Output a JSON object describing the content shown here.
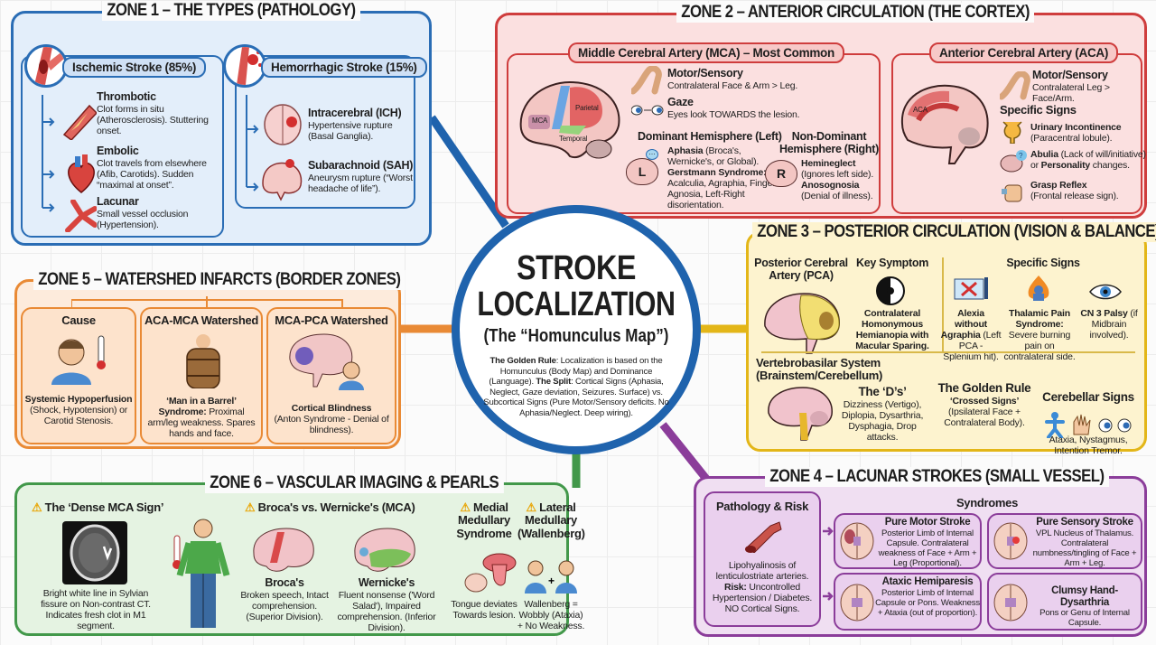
{
  "colors": {
    "zone1": "#2a6db5",
    "zone2": "#cf3d3d",
    "zone3": "#e3b618",
    "zone4": "#8b3d9a",
    "zone5": "#e98a35",
    "zone6": "#42984a",
    "hub": "#1f63ad"
  },
  "hub": {
    "title_line1": "STROKE",
    "title_line2": "LOCALIZATION",
    "subtitle": "(The “Homunculus Map”)",
    "golden_rule_label": "The Golden Rule",
    "golden_rule_text": ": Localization is based on the Homunculus (Body Map) and Dominance (Language).",
    "split_label": "The Split",
    "split_text": ": Cortical Signs (Aphasia, Neglect, Gaze deviation, Seizures. Surface) vs. Subcortical Signs (Pure Motor/Sensory deficits. No Aphasia/Neglect. Deep wiring)."
  },
  "zone1": {
    "title": "ZONE 1 – THE TYPES (PATHOLOGY)",
    "ischemic": {
      "label": "Ischemic Stroke (85%)",
      "items": [
        {
          "title": "Thrombotic",
          "text": "Clot forms in situ (Atherosclerosis). Stuttering onset.",
          "icon": "narrowed-artery-icon"
        },
        {
          "title": "Embolic",
          "text": "Clot travels from elsewhere (Afib, Carotids). Sudden “maximal at onset”.",
          "icon": "heart-icon"
        },
        {
          "title": "Lacunar",
          "text": "Small vessel occlusion (Hypertension).",
          "icon": "branching-vessel-icon"
        }
      ]
    },
    "hemorrhagic": {
      "label": "Hemorrhagic Stroke (15%)",
      "items": [
        {
          "title": "Intracerebral (ICH)",
          "text": "Hypertensive rupture (Basal Ganglia).",
          "icon": "brain-bleed-icon"
        },
        {
          "title": "Subarachnoid (SAH)",
          "text": "Aneurysm rupture (“Worst headache of life”).",
          "icon": "brain-sagittal-icon"
        }
      ]
    }
  },
  "zone2": {
    "title": "ZONE 2 – ANTERIOR CIRCULATION (THE CORTEX)",
    "mca": {
      "label": "Middle Cerebral Artery (MCA) – Most Common",
      "brain_labels": [
        "MCA",
        "Parietal",
        "Temporal"
      ],
      "motor_title": "Motor/Sensory",
      "motor_text": "Contralateral Face & Arm > Leg.",
      "gaze_title": "Gaze",
      "gaze_text": "Eyes look TOWARDS the lesion.",
      "dominant": {
        "heading": "Dominant Hemisphere (Left)",
        "badge": "L",
        "aphasia_label": "Aphasia",
        "aphasia_text": " (Broca's, Wernicke's, or Global).",
        "gerstmann_label": "Gerstmann Syndrome:",
        "gerstmann_text": "Acalculia, Agraphia, Finger Agnosia, Left-Right disorientation."
      },
      "nondominant": {
        "heading": "Non-Dominant Hemisphere (Right)",
        "badge": "R",
        "neglect_label": "Hemineglect",
        "neglect_text": "(Ignores left side).",
        "anosognosia_label": "Anosognosia",
        "anosognosia_text": "(Denial of illness)."
      }
    },
    "aca": {
      "label": "Anterior Cerebral Artery (ACA)",
      "brain_label": "ACA",
      "motor_title": "Motor/Sensory",
      "motor_text": "Contralateral Leg > Face/Arm.",
      "signs_heading": "Specific Signs",
      "signs": [
        {
          "title": "Urinary Incontinence",
          "text": "(Paracentral lobule).",
          "icon": "bladder-icon"
        },
        {
          "title": "Abulia",
          "text": " (Lack of will/initiative) or ",
          "title2": "Personality",
          "text2": " changes.",
          "icon": "confused-brain-icon"
        },
        {
          "title": "Grasp Reflex",
          "text": "(Frontal release sign).",
          "icon": "grasping-fist-icon"
        }
      ]
    }
  },
  "zone3": {
    "title": "ZONE 3 – POSTERIOR CIRCULATION (VISION & BALANCE)",
    "pca": {
      "heading": "Posterior Cerebral Artery (PCA)"
    },
    "key_symptom": {
      "heading": "Key Symptom",
      "text": "Contralateral Homonymous Hemianopia with Macular Sparing."
    },
    "signs_heading": "Specific Signs",
    "signs": [
      {
        "title": "Alexia without Agraphia",
        "text": "(Left PCA - Splenium hit).",
        "icon": "crossed-book-icon"
      },
      {
        "title": "Thalamic Pain Syndrome:",
        "text": "Severe burning pain on contralateral side.",
        "icon": "burning-person-icon"
      },
      {
        "title": "CN 3 Palsy",
        "text": "(if Midbrain involved).",
        "icon": "eye-icon"
      }
    ],
    "vertebrobasilar": {
      "heading": "Vertebrobasilar System (Brainstem/Cerebellum)"
    },
    "ds": {
      "heading": "The ‘D’s’",
      "text": "Dizziness (Vertigo), Diplopia, Dysarthria, Dysphagia, Drop attacks."
    },
    "golden_rule": {
      "heading": "The Golden Rule",
      "sub": "‘Crossed Signs’",
      "text": "(Ipsilateral Face + Contralateral Body)."
    },
    "cerebellar": {
      "heading": "Cerebellar Signs",
      "text": "Ataxia, Nystagmus, Intention Tremor."
    }
  },
  "zone4": {
    "title": "ZONE 4 – LACUNAR STROKES (SMALL VESSEL)",
    "pathology": {
      "heading": "Pathology & Risk",
      "text1": "Lipohyalinosis of lenticulostriate arteries.",
      "risk_label": "Risk:",
      "risk_text": " Uncontrolled Hypertension / Diabetes.",
      "text3": "NO Cortical Signs."
    },
    "syndromes_heading": "Syndromes",
    "syndromes": [
      {
        "title": "Pure Motor Stroke",
        "text": "Posterior Limb of Internal Capsule. Contralateral weakness of Face + Arm + Leg (Proportional)."
      },
      {
        "title": "Pure Sensory Stroke",
        "text": "VPL Nucleus of Thalamus. Contralateral numbness/tingling of Face + Arm + Leg."
      },
      {
        "title": "Ataxic Hemiparesis",
        "text": "Posterior Limb of Internal Capsule or Pons. Weakness + Ataxia (out of proportion)."
      },
      {
        "title": "Clumsy Hand-Dysarthria",
        "text": "Pons or Genu of Internal Capsule."
      }
    ]
  },
  "zone5": {
    "title": "ZONE 5 – WATERSHED INFARCTS (BORDER ZONES)",
    "cards": [
      {
        "heading": "Cause",
        "bold": "Systemic Hypoperfusion",
        "text": "(Shock, Hypotension) or Carotid Stenosis.",
        "icon": "sick-person-thermometer-icon"
      },
      {
        "heading": "ACA-MCA Watershed",
        "bold": "‘Man in a Barrel’ Syndrome:",
        "text": " Proximal arm/leg weakness. Spares hands and face.",
        "icon": "man-in-barrel-icon"
      },
      {
        "heading": "MCA-PCA Watershed",
        "bold": "Cortical Blindness",
        "text": "(Anton Syndrome - Denial of blindness).",
        "icon": "brain-occipital-person-icon"
      }
    ]
  },
  "zone6": {
    "title": "ZONE 6 – VASCULAR IMAGING & PEARLS",
    "dense_mca": {
      "heading": "The ‘Dense MCA Sign’",
      "text": "Bright white line in Sylvian fissure on Non-contrast CT. Indicates fresh clot in M1 segment."
    },
    "broca_wernicke": {
      "heading": "Broca's vs. Wernicke's (MCA)",
      "broca_title": "Broca's",
      "broca_text": "Broken speech, Intact comprehension. (Superior Division).",
      "wernicke_title": "Wernicke's",
      "wernicke_text": "Fluent nonsense ('Word Salad'), Impaired comprehension. (Inferior Division)."
    },
    "medial": {
      "heading": "Medial Medullary Syndrome",
      "text": "Tongue deviates Towards lesion."
    },
    "lateral": {
      "heading": "Lateral Medullary (Wallenberg)",
      "text": "Wallenberg = Wobbly (Ataxia) + No Weakness."
    }
  }
}
